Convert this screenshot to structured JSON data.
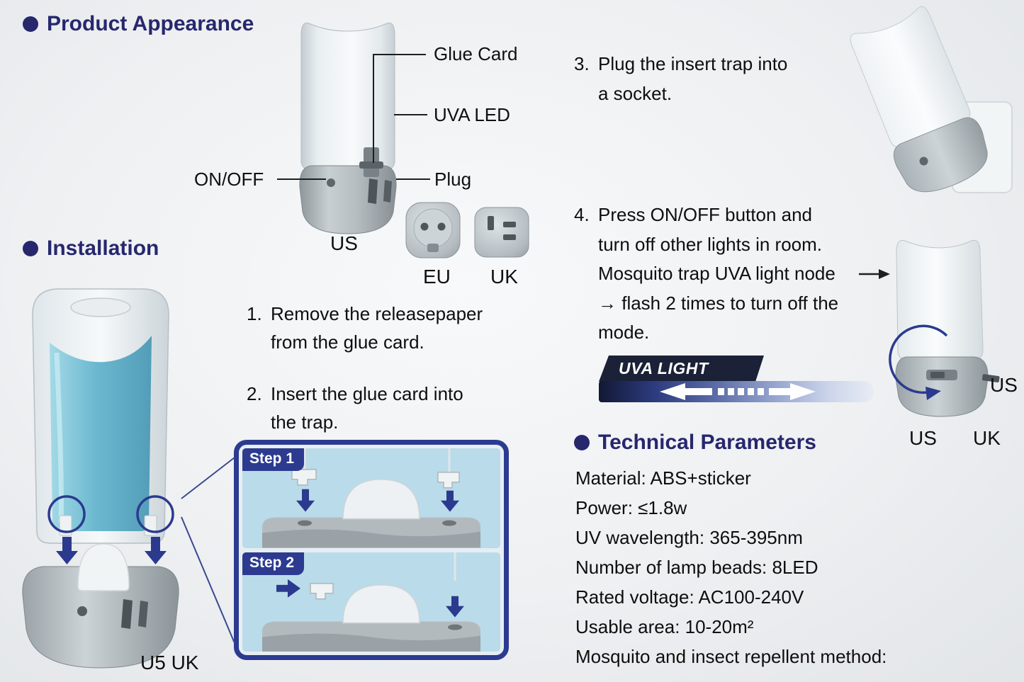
{
  "headings": {
    "product_appearance": "Product Appearance",
    "installation": "Installation",
    "technical_parameters": "Technical Parameters"
  },
  "product": {
    "callouts": {
      "glue_card": "Glue Card",
      "uva_led": "UVA LED",
      "on_off": "ON/OFF",
      "plug": "Plug"
    },
    "plug_labels": {
      "us": "US",
      "eu": "EU",
      "uk": "UK"
    }
  },
  "install": {
    "device_variant_label": "U5 UK",
    "steps": {
      "s1": {
        "num": "1.",
        "lines": [
          "Remove the releasepaper",
          "from the glue card."
        ]
      },
      "s2": {
        "num": "2.",
        "lines": [
          "Insert the glue card into",
          "the trap."
        ]
      },
      "s3": {
        "num": "3.",
        "lines": [
          "Plug the insert trap into",
          "a socket."
        ]
      },
      "s4": {
        "num": "4.",
        "lines": [
          "Press ON/OFF button and",
          "turn off other lights in room.",
          "Mosquito trap UVA light node",
          "→ flash 2 times to turn off the",
          "mode."
        ]
      }
    },
    "step_tags": {
      "step1": "Step 1",
      "step2": "Step 2"
    },
    "uva_banner": "UVA LIGHT",
    "right_device_labels": {
      "us_side": "US",
      "us": "US",
      "uk": "UK"
    }
  },
  "tech": {
    "items": [
      "Material: ABS+sticker",
      "Power: ≤1.8w",
      "UV wavelength: 365-395nm",
      "Number of lamp beads: 8LED",
      "Rated voltage: AC100-240V",
      "Usable area: 10-20m²",
      "Mosquito and insect repellent method:"
    ]
  },
  "icons": {
    "bullet": "●",
    "down_arrow": "▼",
    "right_arrow": "→",
    "rotate_arrow": "circular-arrow",
    "slide_arrows": "left-right-dashed-arrows"
  },
  "colors": {
    "heading": "#27276e",
    "accent": "#2c3b90",
    "panel_blue": "#badbe9",
    "banner_dark": "#1b2136",
    "glue_card_teal": "#5fb3cc"
  }
}
